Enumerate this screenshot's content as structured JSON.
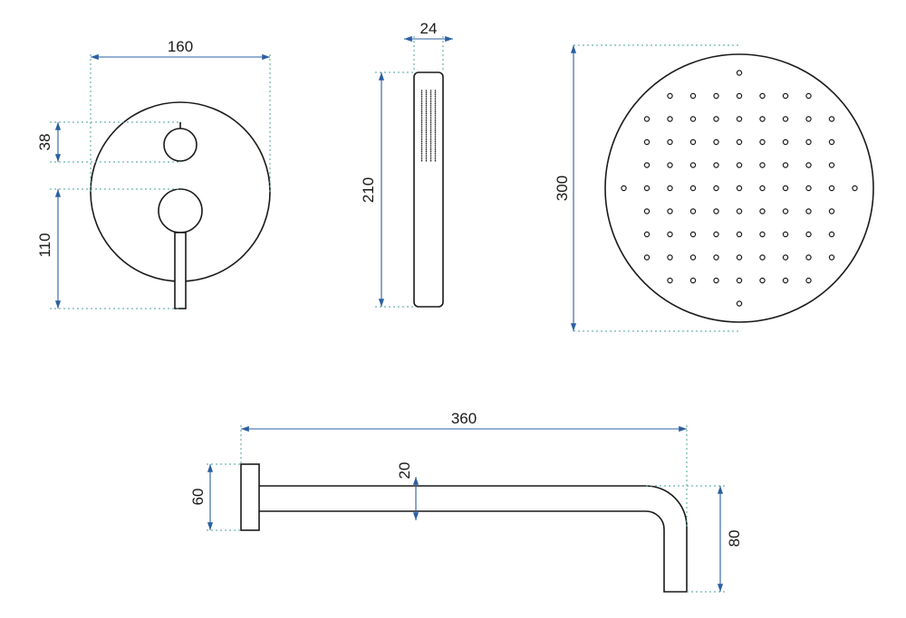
{
  "dimensions": {
    "mixer_width": "160",
    "knob_height": "38",
    "lever_height": "110",
    "handshower_width": "24",
    "handshower_length": "210",
    "head_diameter": "300",
    "arm_length": "360",
    "arm_diameter": "20",
    "flange_height": "60",
    "arm_drop": "80"
  }
}
